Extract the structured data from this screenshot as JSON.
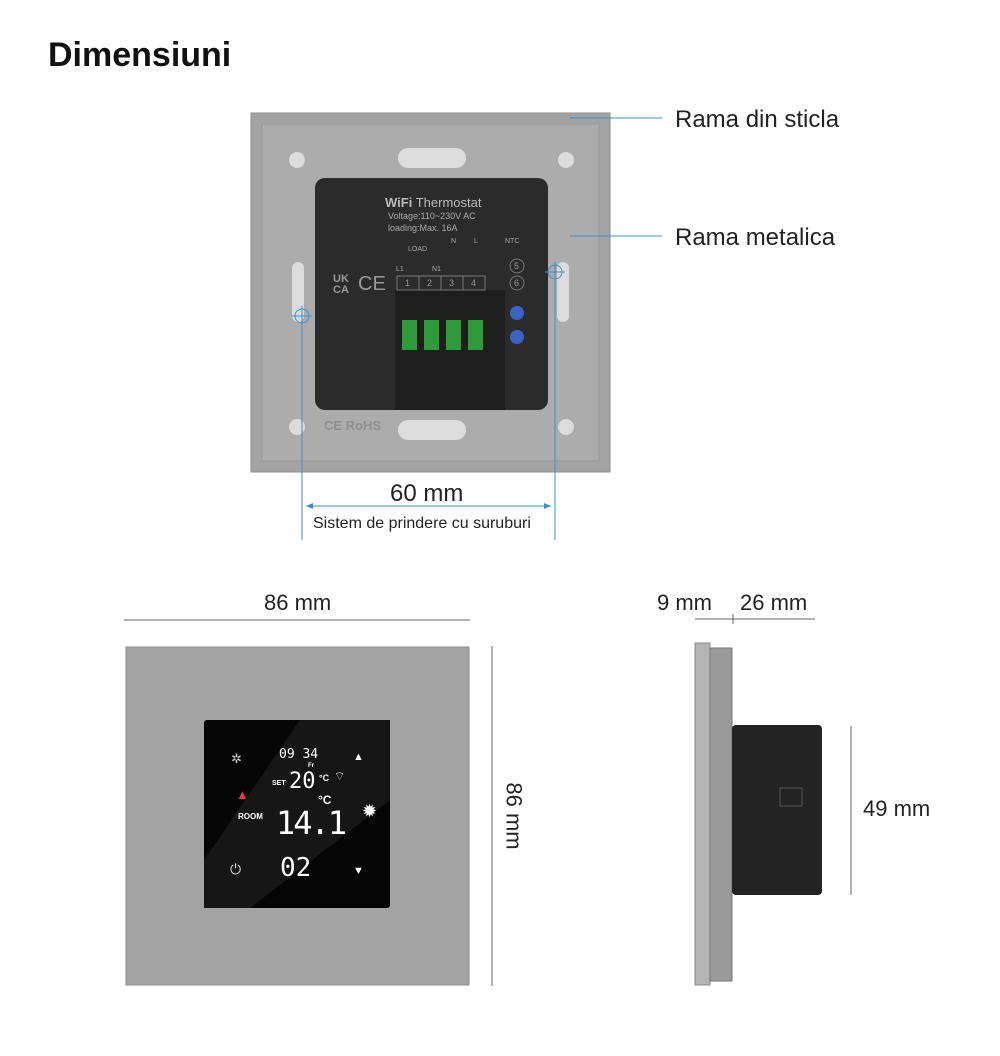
{
  "title": "Dimensiuni",
  "back_view": {
    "callouts": [
      "Rama din sticla",
      "Rama metalica"
    ],
    "module_label": {
      "brand": "WiFi",
      "name": "Thermostat",
      "voltage": "Voltage:110~230V AC",
      "loading": "loading:Max. 16A"
    },
    "terminals": [
      "1",
      "2",
      "3",
      "4"
    ],
    "terminal_labels": {
      "load": "LOAD",
      "l1": "L1",
      "n1": "N1",
      "n": "N",
      "l": "L",
      "ntc": "NTC"
    },
    "ntc_terminals": [
      "5",
      "6"
    ],
    "marks": {
      "ukca": "UKCA",
      "ce": "CE",
      "rohs": "CE RoHS"
    },
    "screw_distance": "60 mm",
    "screw_caption": "Sistem de prindere cu suruburi"
  },
  "front_view": {
    "width": "86 mm",
    "height": "86 mm",
    "display": {
      "time": "09 34",
      "day": "Fr",
      "set_label": "SET",
      "set_temp": "20",
      "unit": "°C",
      "room_label": "ROOM",
      "room_temp": "14.1",
      "program": "02"
    }
  },
  "side_view": {
    "glass": "9 mm",
    "depth": "26 mm",
    "module_height": "49 mm"
  },
  "colors": {
    "plate": "#a3a3a3",
    "module": "#2b2b2b",
    "dim_line": "#3a8fd0",
    "heat": "#e53b2c"
  }
}
